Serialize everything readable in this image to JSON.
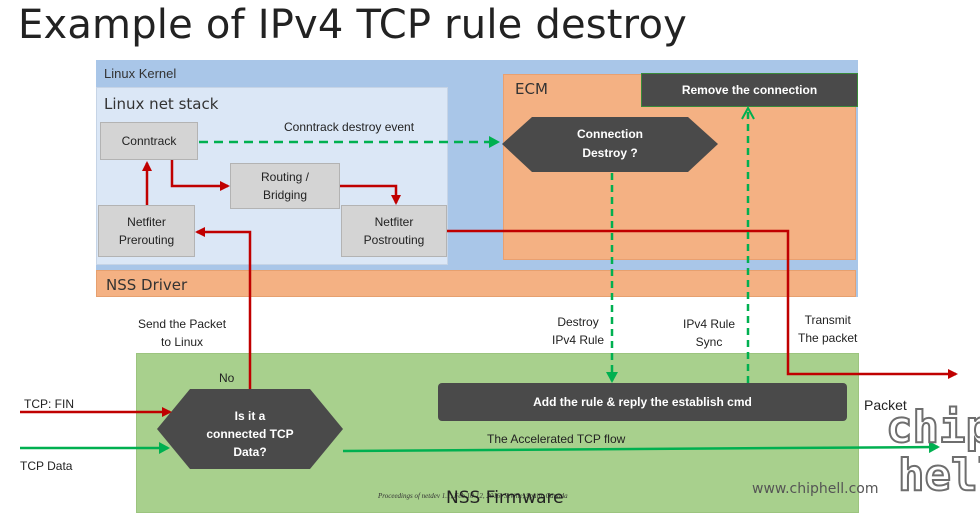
{
  "title": "Example of IPv4 TCP rule destroy",
  "containers": {
    "kernel": "Linux Kernel",
    "netstack": "Linux net stack",
    "ecm": "ECM",
    "driver": "NSS Driver",
    "firmware": "NSS Firmware"
  },
  "nodes": {
    "conntrack": "Conntrack",
    "routing": "Routing /\nBridging",
    "prerouting": "Netfiter\nPrerouting",
    "postrouting": "Netfiter\nPostrouting",
    "conn_destroy": [
      "Connection",
      "Destroy ?"
    ],
    "remove_conn": "Remove the connection",
    "add_rule": "Add the rule & reply the establish cmd",
    "is_connected": [
      "Is it a",
      "connected TCP",
      "Data?"
    ]
  },
  "labels": {
    "conntrack_event": "Conntrack destroy event",
    "send_packet": "Send the Packet\nto Linux",
    "no": "No",
    "destroy_rule": "Destroy\nIPv4 Rule",
    "rule_sync": "IPv4 Rule\nSync",
    "transmit": "Transmit\nThe packet",
    "packet": "Packet",
    "tcp_fin": "TCP: FIN",
    "tcp_data": "TCP Data",
    "accel_flow": "The Accelerated  TCP flow"
  },
  "footer": {
    "proceedings": "Proceedings of netdev 1.1, Feb 10-12, 2016, Seville, Spain, Canada"
  },
  "watermark": {
    "logo": "chiphell",
    "url": "www.chiphell.com"
  },
  "colors": {
    "red_arrow": "#c00000",
    "green_arrow": "#00b050",
    "decision_fill": "#4a4a4a"
  }
}
